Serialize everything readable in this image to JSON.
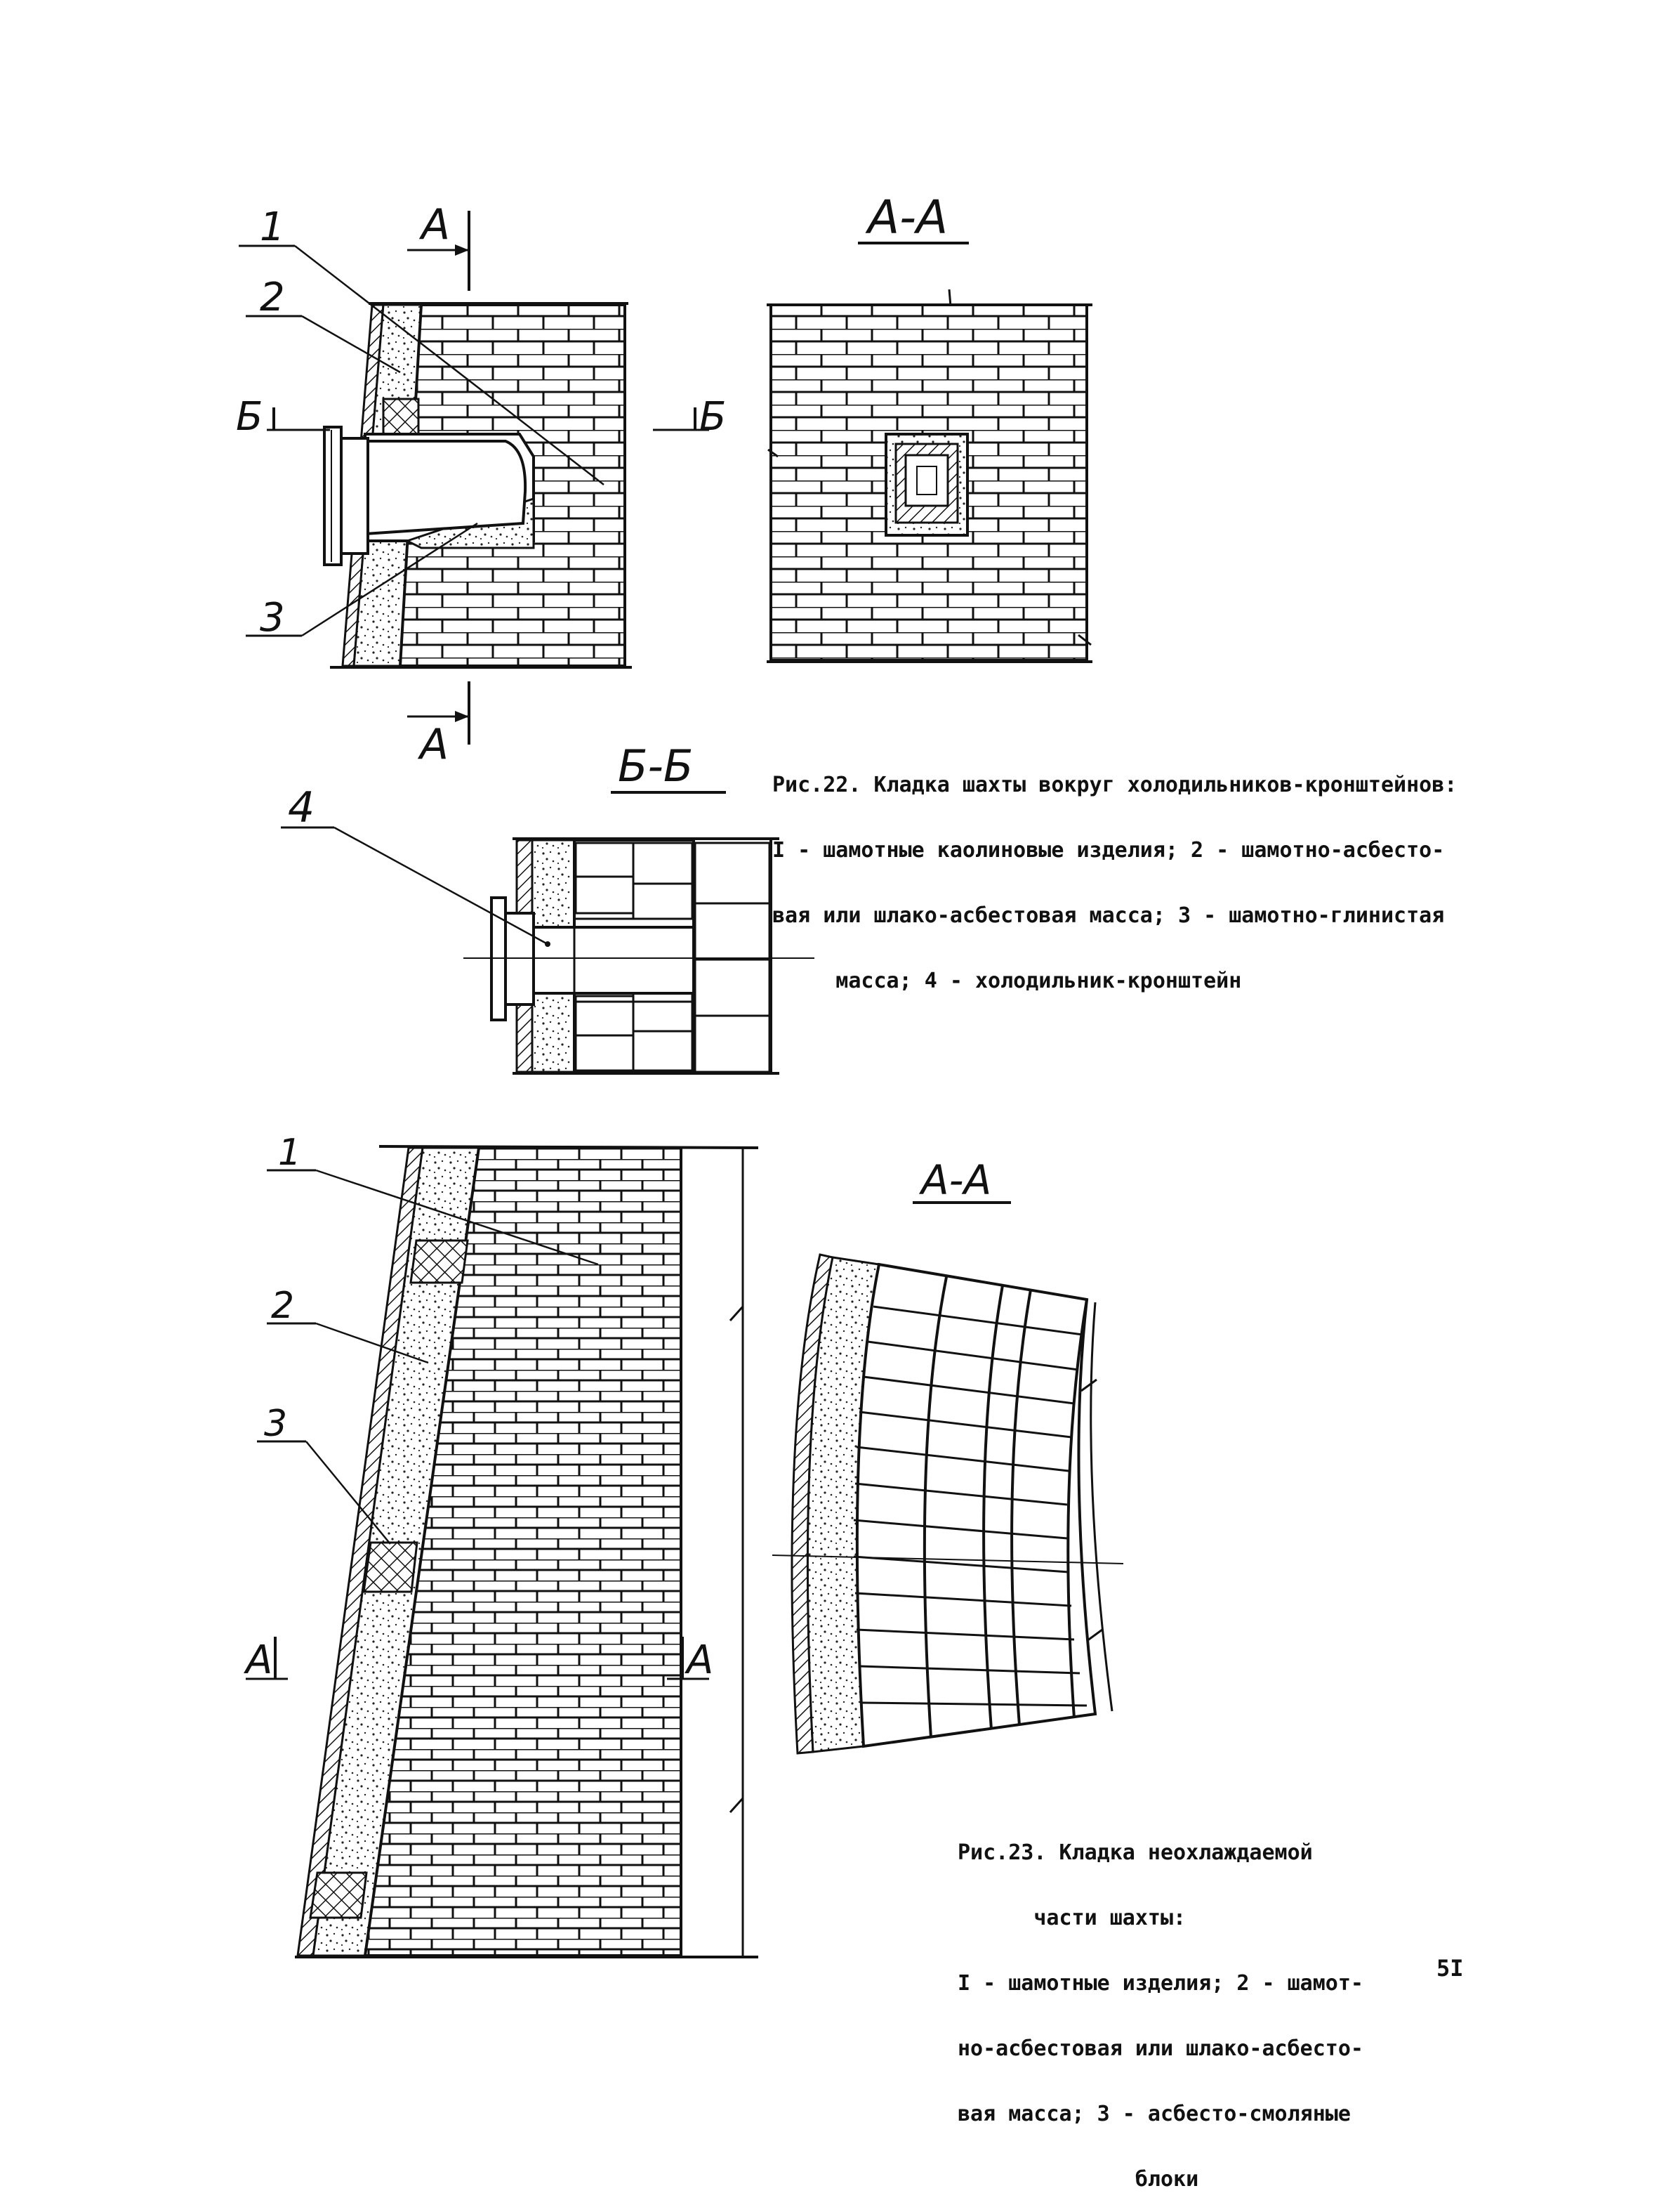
{
  "figure22": {
    "section_label_aa": "А-А",
    "section_label_bb": "Б-Б",
    "cut_a_top": "А",
    "cut_a_bottom": "А",
    "cut_b_left": "Б",
    "cut_b_right": "Б",
    "callouts": [
      "1",
      "2",
      "3",
      "4"
    ],
    "caption_lines": [
      "Рис.22. Кладка шахты вокруг холодильников-кронштейнов:",
      "I - шамотные каолиновые изделия; 2 - шамотно-асбесто-",
      "вая или шлако-асбестовая масса; 3 - шамотно-глинистая",
      "     масса; 4 - холодильник-кронштейн"
    ]
  },
  "figure23": {
    "section_label_aa": "А-А",
    "cut_a_left": "А",
    "cut_a_right": "А",
    "callouts": [
      "1",
      "2",
      "3"
    ],
    "caption_lines": [
      "Рис.23. Кладка неохлаждаемой",
      "      части шахты:",
      "I - шамотные изделия; 2 - шамот-",
      "но-асбестовая или шлако-асбесто-",
      "вая масса; 3 - асбесто-смоляные",
      "              блоки"
    ]
  },
  "page_number": "5I"
}
